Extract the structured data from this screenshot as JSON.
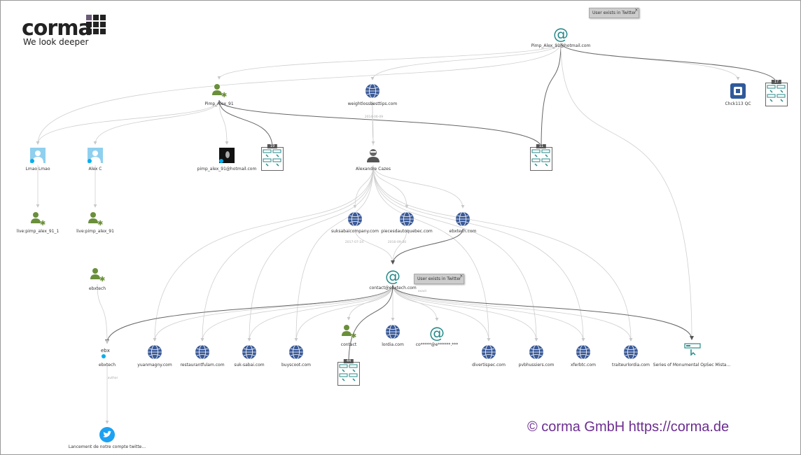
{
  "brand": {
    "name": "corma",
    "tagline": "We look deeper",
    "copyright": "© corma GmbH https://corma.de"
  },
  "tooltips": {
    "top": "User exists in Twitter",
    "contact": "User exists in Twitter"
  },
  "nodes": {
    "root_email": "Pimp_Alex_91@hotmail.com",
    "pimp_user": "Pimp_Alex_91",
    "weightloss": "weightlossbesttips.com",
    "chuck": "Chck113 QC",
    "lmao": "Lmao Lmao",
    "alexc": "Alex C",
    "pimp_email2": "pimp_alex_91@hotmail.com",
    "alexandre": "Alexandre Cazes",
    "live1": "live:pimp_alex_91_1",
    "live2": "live:pimp_alex_91",
    "suksabai": "suksabaicompany.com",
    "pieces": "piecesdautoquebec.com",
    "ebxtech_site": "ebxtech.com",
    "contact_email": "contact@ebxtech.com",
    "ebxtech_user": "ebxtech",
    "ebx_logo": "ebxtech",
    "yuanmagny": "yuanmagny.com",
    "restaurant": "restaurantfulam.com",
    "suksabai2": "suk-sabai.com",
    "buyscoot": "buyscoot.com",
    "contact_user": "contact",
    "lordia": "lordia.com",
    "masked_email": "co*****@e******.***",
    "divertis": "divertispec.com",
    "pvbhussiers": "pvbhussiers.com",
    "xferbtc": "xferbtc.com",
    "traiteur": "traiteurlordia.com",
    "series": "Series of Monumental OpSec Mista...",
    "twitter_post": "Lancement de notre compte twitte..."
  },
  "counts": {
    "c19": "19",
    "c11": "11",
    "c17": "17",
    "c44": "44"
  },
  "edge_labels": {
    "e1": "2014-06-09",
    "e2": "2017-07-24",
    "e3": "2016-09-30",
    "e4": "exact",
    "e5": "author"
  },
  "colors": {
    "person": "#6a8f3a",
    "globe": "#3a5a98",
    "email": "#2a8a8a",
    "brand_purple": "#6b2d8f",
    "twitter": "#1da1f2"
  }
}
